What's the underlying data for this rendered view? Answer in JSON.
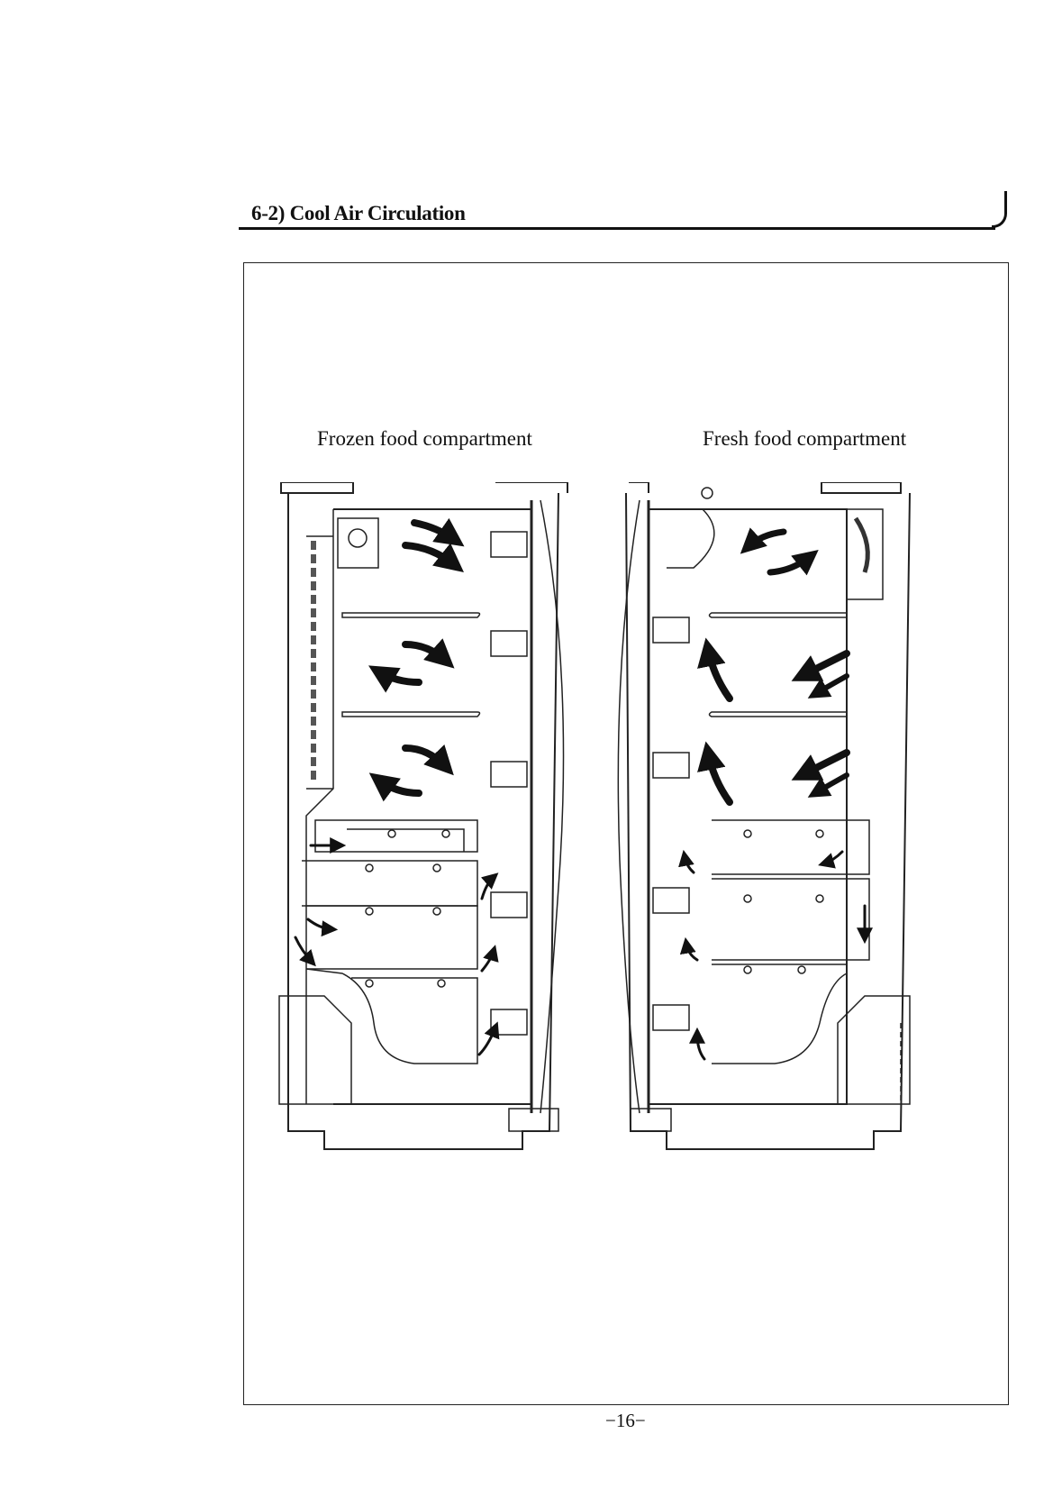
{
  "section": {
    "title": "6-2) Cool Air Circulation"
  },
  "labels": {
    "frozen": "Frozen food compartment",
    "fresh": "Fresh food compartment"
  },
  "page_number": "−16−"
}
